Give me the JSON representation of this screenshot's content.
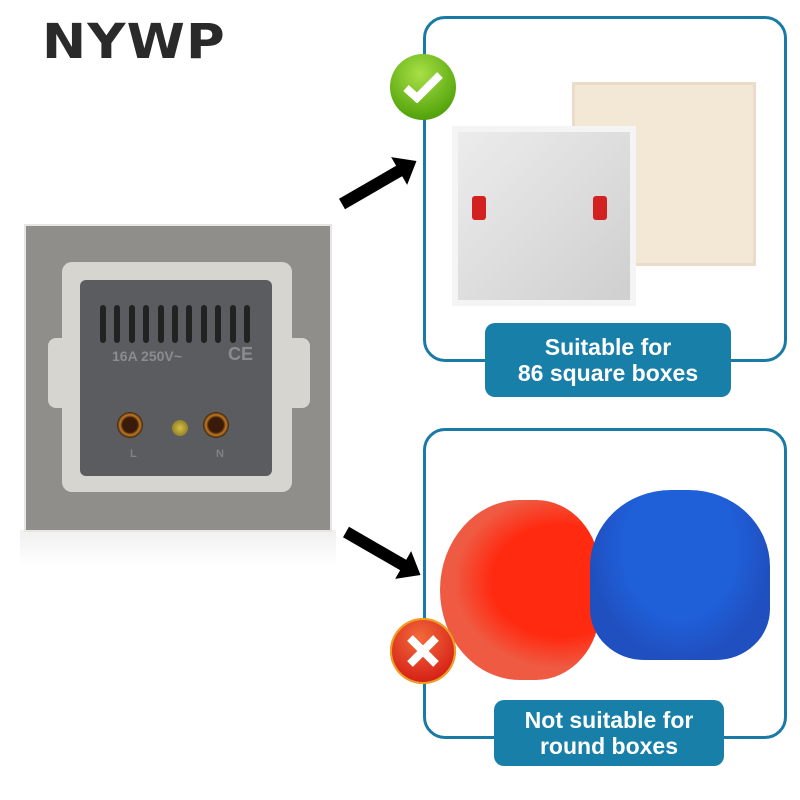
{
  "brand": {
    "logo_text": "NYWP"
  },
  "socket": {
    "rating": "16A 250V~",
    "certification": "CE",
    "terminal_left": "L",
    "terminal_right": "N"
  },
  "panels": [
    {
      "status": "check",
      "status_icon": "✔",
      "caption_line1": "Suitable for",
      "caption_line2": "86 square boxes",
      "image": "square-junction-boxes"
    },
    {
      "status": "cross",
      "status_icon": "✖",
      "caption_line1": "Not suitable for",
      "caption_line2": "round boxes",
      "image": "round-junction-boxes"
    }
  ],
  "colors": {
    "accent": "#177fa8",
    "ok": "#5aa810",
    "no": "#d8261a",
    "logo": "#2a2a2a"
  }
}
